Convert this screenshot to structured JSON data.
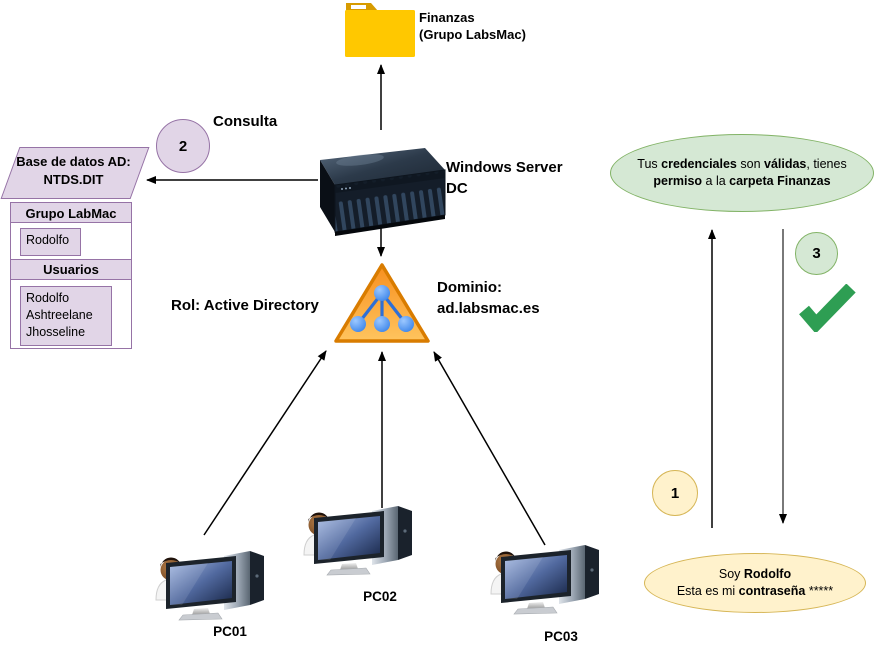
{
  "colors": {
    "purple-fill": "#E1D5E7",
    "purple-stroke": "#9673A6",
    "green-fill": "#D5E8D4",
    "green-stroke": "#82B366",
    "yellow-fill": "#FFF2CC",
    "yellow-stroke": "#D6B656",
    "folder-yellow": "#FFC800",
    "folder-tab": "#D79B00",
    "triangle-stroke": "#D97C00",
    "check-green": "#2E9E53",
    "node-blue": "#3D8BF5",
    "arrow-black": "#000000"
  },
  "folder": {
    "label_line1": "Finanzas",
    "label_line2": "(Grupo LabsMac)"
  },
  "server": {
    "label_line1": "Windows Server",
    "label_line2": "DC"
  },
  "step2": {
    "number": "2",
    "label": "Consulta"
  },
  "database": {
    "title_line1": "Base de datos AD:",
    "title_line2": "NTDS.DIT",
    "group_header": "Grupo LabMac",
    "group_member": "Rodolfo",
    "users_header": "Usuarios",
    "users_list": "Rodolfo\nAshtreelane\nJhosseline"
  },
  "directory": {
    "role_label": "Rol: Active Directory",
    "domain_line1": "Dominio:",
    "domain_line2": "ad.labsmac.es"
  },
  "workstations": {
    "pc1_label": "PC01",
    "pc2_label": "PC02",
    "pc3_label": "PC03"
  },
  "step3": {
    "number": "3",
    "message": {
      "seg1": "Tus ",
      "seg2": "credenciales",
      "seg3": " son ",
      "seg4": "válidas",
      "seg5": ", tienes",
      "seg6": "permiso",
      "seg7": " a la ",
      "seg8": "carpeta Finanzas"
    }
  },
  "step1": {
    "number": "1",
    "message": {
      "seg1": "Soy ",
      "seg2": "Rodolfo",
      "seg3": "Esta es mi ",
      "seg4": "contraseña",
      "seg5": " *****"
    }
  }
}
